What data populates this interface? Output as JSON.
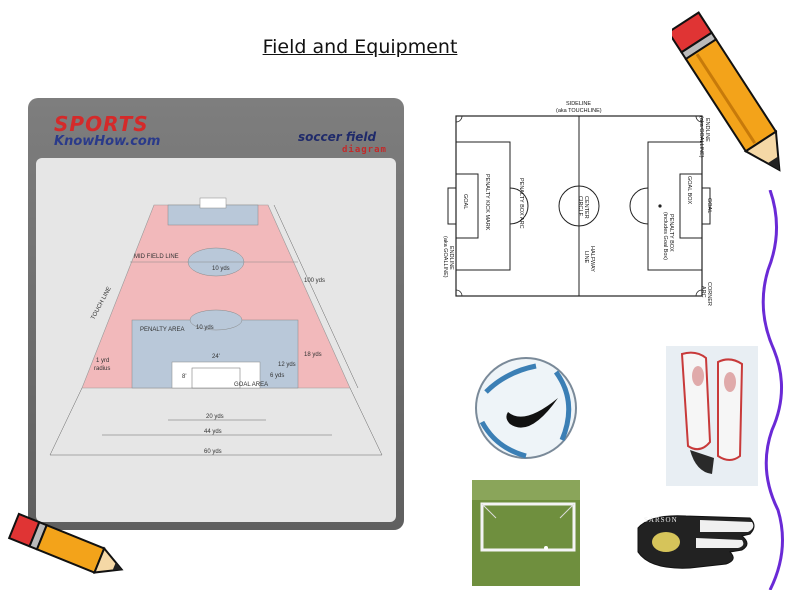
{
  "title": "Field and Equipment",
  "logo": {
    "line1": "SPORTS",
    "line2": "KnowHow.com"
  },
  "diagram_heading": {
    "line1": "soccer field",
    "line2": "diagram"
  },
  "perspective_labels": {
    "mid_field_line": "MID FIELD LINE",
    "ten_yds_top": "10 yds",
    "touch_line": "TOUCH LINE",
    "hundred_yds": "100 yds",
    "penalty_area": "PENALTY AREA",
    "ten_yds_mid": "10 yds",
    "eighteen_yds": "18 yds",
    "twentyfour": "24'",
    "twelve_yds": "12 yds",
    "six_yds": "6 yds",
    "eight_ft": "8'",
    "goal_area": "GOAL AREA",
    "one_yard_radius_a": "1 yrd",
    "one_yard_radius_b": "radius",
    "twenty_yds": "20 yds",
    "fortyfour_yds": "44 yds",
    "sixty_yds": "60 yds"
  },
  "top_view_labels": {
    "sideline_a": "SIDELINE",
    "sideline_b": "(aka TOUCHLINE)",
    "endline_right_a": "ENDLINE",
    "endline_right_b": "(aka GOALLINE)",
    "goal_left": "GOAL",
    "penalty_kick_mark": "PENALTY KICK MARK",
    "penalty_box_arc": "PENALTY BOX ARC",
    "center_circle_a": "CENTER",
    "center_circle_b": "CIRCLE",
    "halfway_line_a": "HALFWAY",
    "halfway_line_b": "LINE",
    "endline_left_a": "ENDLINE",
    "endline_left_b": "(aka GOALLINE)",
    "goal_box": "GOAL BOX",
    "goal_right": "GOAL",
    "penalty_box_a": "PENALTY BOX",
    "penalty_box_b": "(includes Goal Box)",
    "corner_arc_a": "CORNER",
    "corner_arc_b": "ARC"
  },
  "equipment": {
    "glove_brand": "SARSON"
  }
}
